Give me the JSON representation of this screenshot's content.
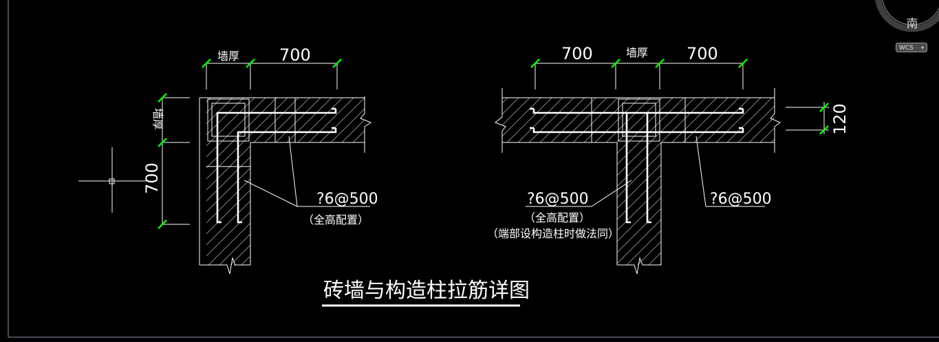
{
  "viewcube": {
    "compass_label": "南",
    "wcs_label": "WCS"
  },
  "drawing": {
    "title": "砖墙与构造柱拉筋详图",
    "left_detail": {
      "dim_wall_top": "墙厚",
      "dim_700_top": "700",
      "dim_wall_side": "墙厚",
      "dim_700_side": "700",
      "rebar_label": "?6@500",
      "rebar_note": "（全高配置）"
    },
    "right_detail": {
      "dim_700_left": "700",
      "dim_wall_top": "墙厚",
      "dim_700_right": "700",
      "dim_120": "120",
      "rebar_label_left": "?6@500",
      "rebar_note_1": "（全高配置）",
      "rebar_note_2": "（端部设构造柱时做法同）",
      "rebar_label_right": "?6@500"
    }
  },
  "colors": {
    "background": "#000000",
    "lines": "#ffffff",
    "dimension_ticks": "#00ff00"
  }
}
